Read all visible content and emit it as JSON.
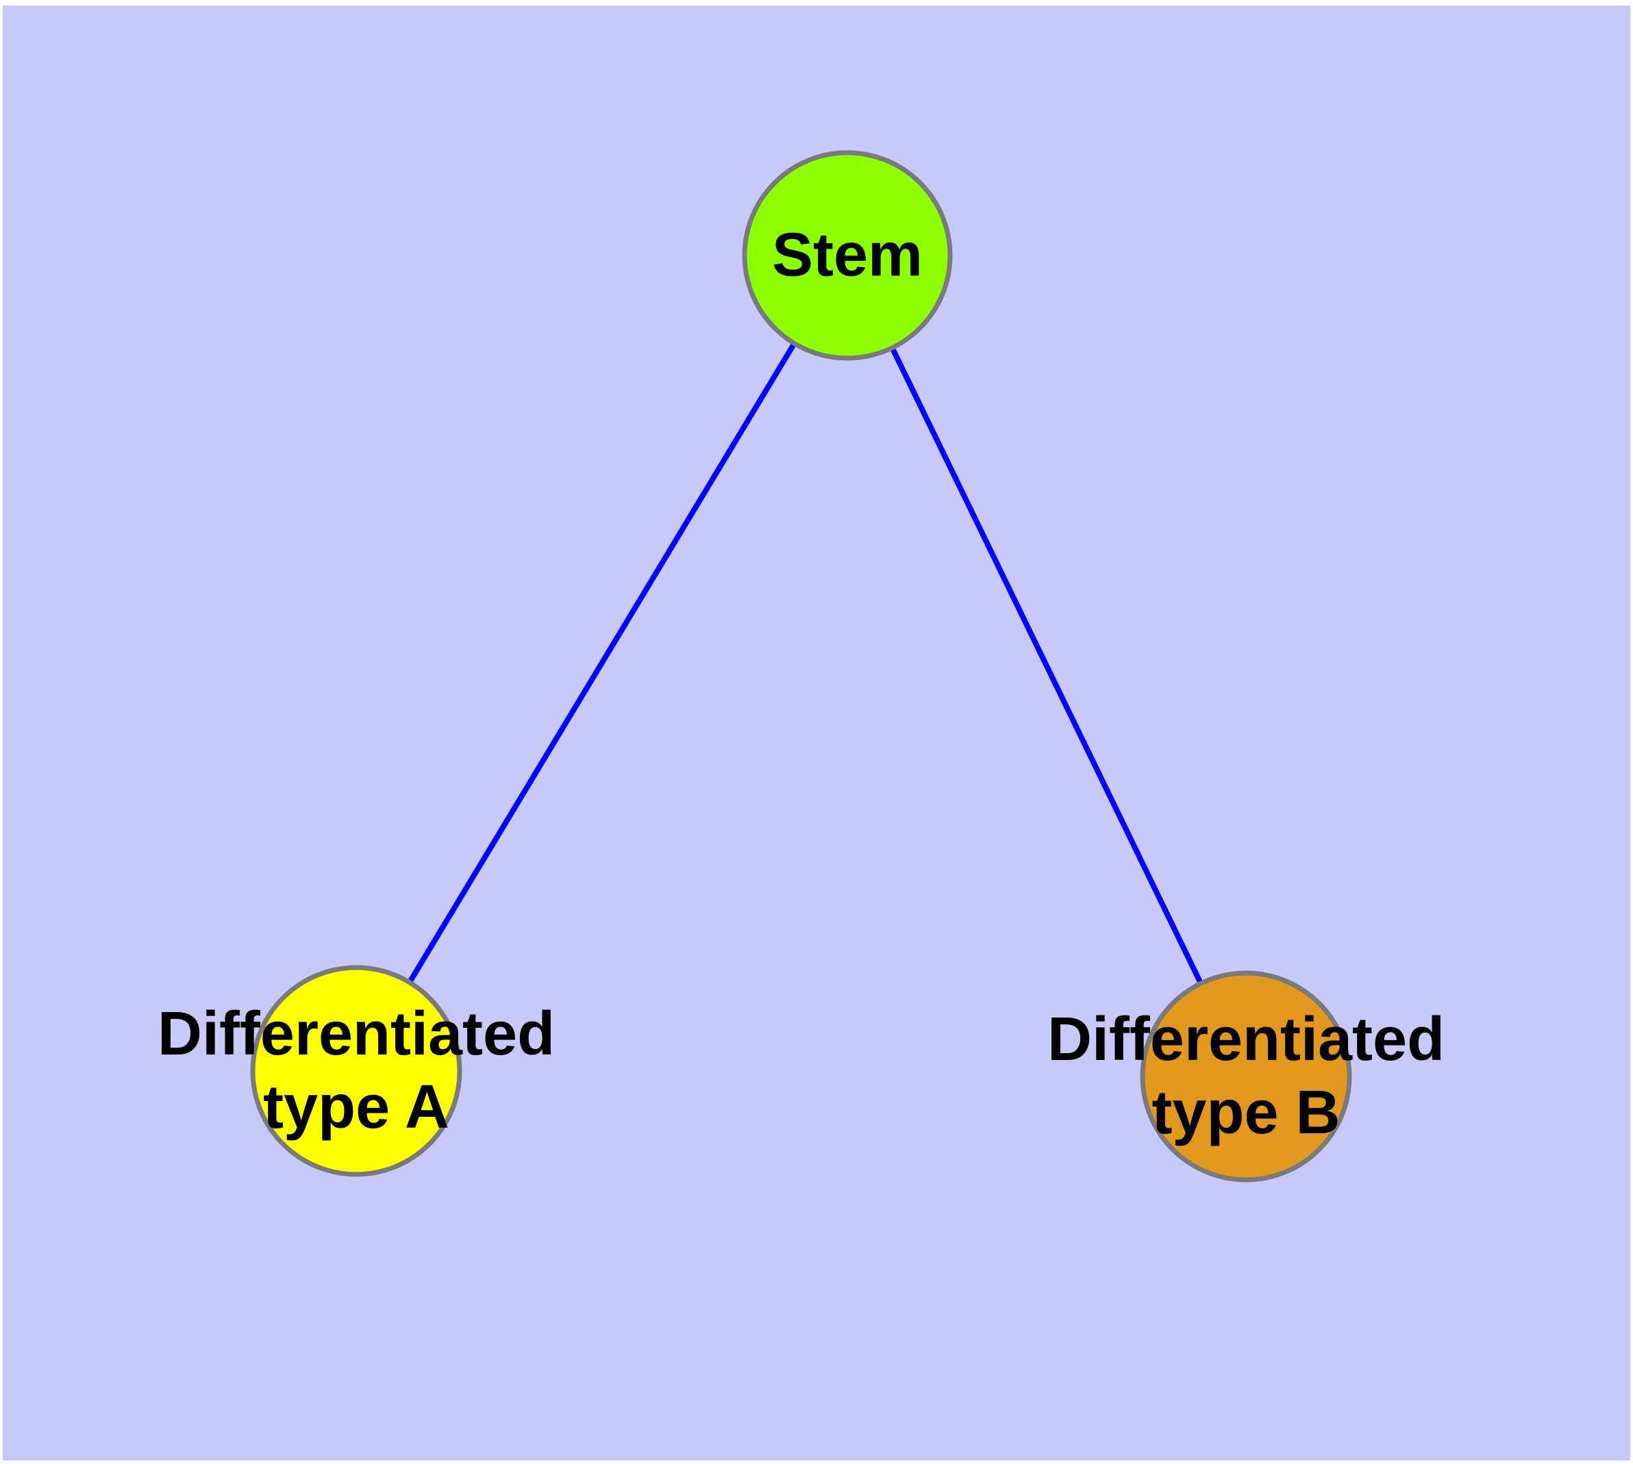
{
  "diagram": {
    "page_margin_color": "#FFFFFF",
    "background_color": "#C9C9F9",
    "edge_color": "#0000FF",
    "node_border_color": "#7A7A7A",
    "text_color": "#000000",
    "nodes": [
      {
        "id": "stem",
        "label": "Stem",
        "fill": "#8CFF00"
      },
      {
        "id": "differentiated-type-a",
        "label_line1": "Differentiated",
        "label_line2": "type A",
        "fill": "#FFFF00"
      },
      {
        "id": "differentiated-type-b",
        "label_line1": "Differentiated",
        "label_line2": "type B",
        "fill": "#E2971E"
      }
    ],
    "edges": [
      {
        "from": "stem",
        "to": "differentiated-type-a"
      },
      {
        "from": "stem",
        "to": "differentiated-type-b"
      }
    ]
  }
}
